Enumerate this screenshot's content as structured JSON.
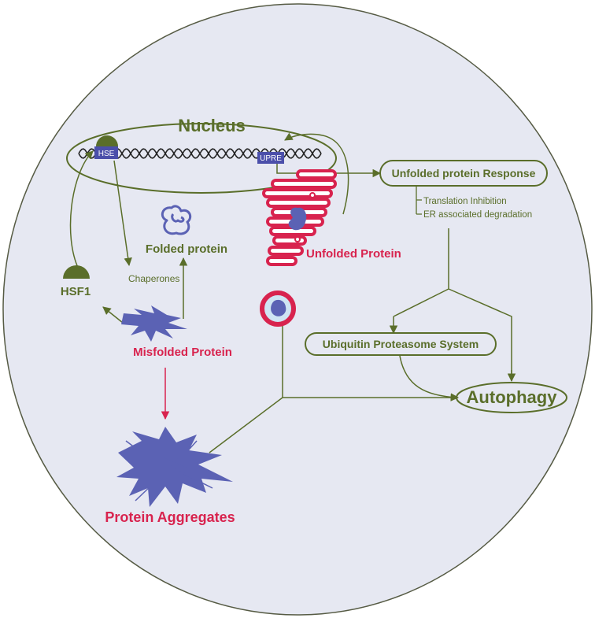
{
  "labels": {
    "nucleus": "Nucleus",
    "hse": "HSE",
    "upre": "UPRE",
    "unfolded_protein_response": "Unfolded protein Response",
    "translation_inhibition": "Translation Inhibition",
    "er_degradation": "ER associated degradation",
    "folded_protein": "Folded protein",
    "unfolded_protein": "Unfolded Protein",
    "hsf1": "HSF1",
    "chaperones": "Chaperones",
    "misfolded_protein": "Misfolded Protein",
    "ubiquitin_proteasome_system": "Ubiquitin Proteasome System",
    "autophagy": "Autophagy",
    "protein_aggregates": "Protein Aggregates"
  },
  "colors": {
    "cell_fill": "#e6e8f2",
    "cell_stroke": "#565b44",
    "green": "#5a6e2a",
    "red": "#d8234e",
    "blue": "#5b62b4",
    "box_blue": "#4b4faa",
    "dna": "#222222"
  }
}
